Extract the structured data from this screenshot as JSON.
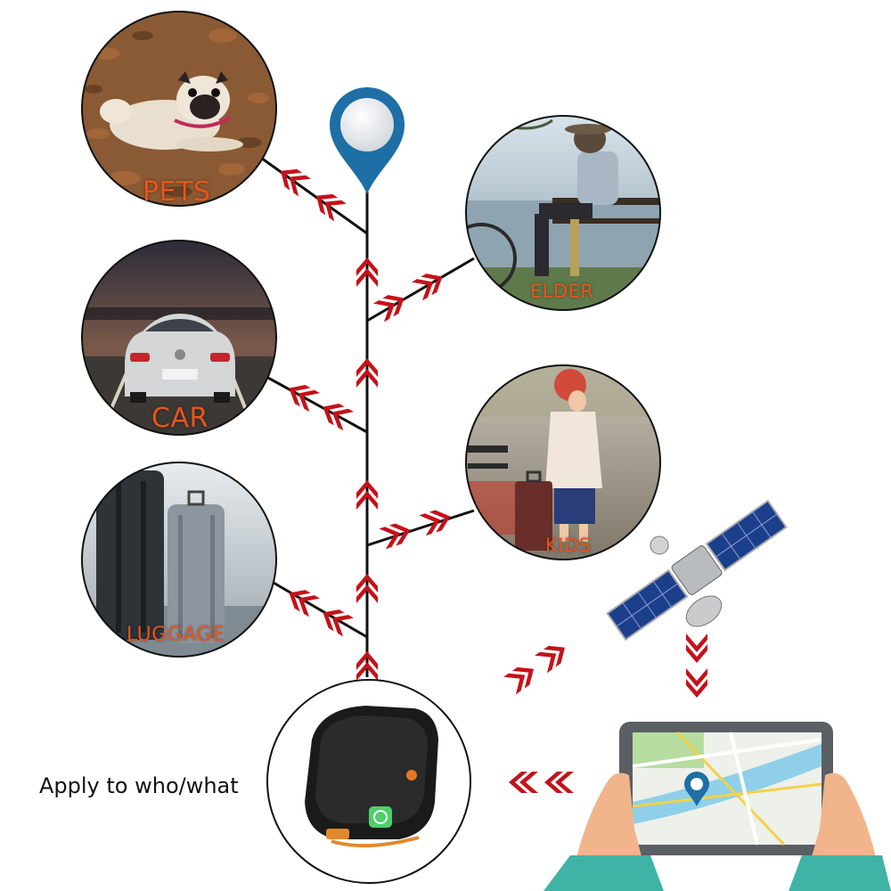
{
  "caption": "Apply to who/what",
  "labels": {
    "pets": "PETS",
    "elder": "ELDER",
    "car": "CAR",
    "kids": "KIDS",
    "luggage": "LUGGAGE"
  },
  "colors": {
    "arrow": "#c4121a",
    "label": "#e8551c",
    "line": "#111111",
    "pin": "#1d6fa5"
  },
  "icons": [
    "location-pin-icon",
    "satellite-icon",
    "tablet-map-icon",
    "gps-tracker-device"
  ]
}
